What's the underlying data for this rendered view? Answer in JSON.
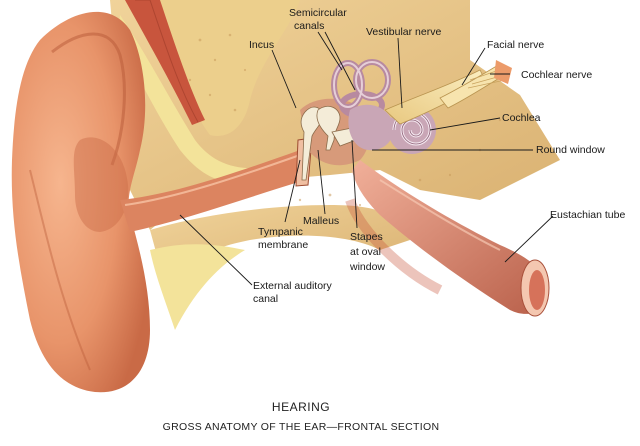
{
  "labels": {
    "semicircular_canals": [
      "Semicircular",
      "canals"
    ],
    "incus": "Incus",
    "vestibular_nerve": "Vestibular nerve",
    "facial_nerve": "Facial nerve",
    "cochlear_nerve": "Cochlear nerve",
    "cochlea": "Cochlea",
    "round_window": "Round window",
    "eustachian_tube": "Eustachian tube",
    "tympanic_membrane": [
      "Tympanic",
      "membrane"
    ],
    "malleus": "Malleus",
    "stapes": [
      "Stapes",
      "at oval",
      "window"
    ],
    "external_auditory_canal": [
      "External auditory",
      "canal"
    ]
  },
  "caption": {
    "title": "HEARING",
    "subtitle": "GROSS ANATOMY OF THE EAR—FRONTAL SECTION"
  },
  "colors": {
    "skin": "#e8946a",
    "skin_shadow": "#c96a46",
    "bone": "#e8c98a",
    "fat": "#f3e39a",
    "inner_ear": "#c9a6b6",
    "nerve": "#f2dca0",
    "muscle": "#c8553d"
  }
}
